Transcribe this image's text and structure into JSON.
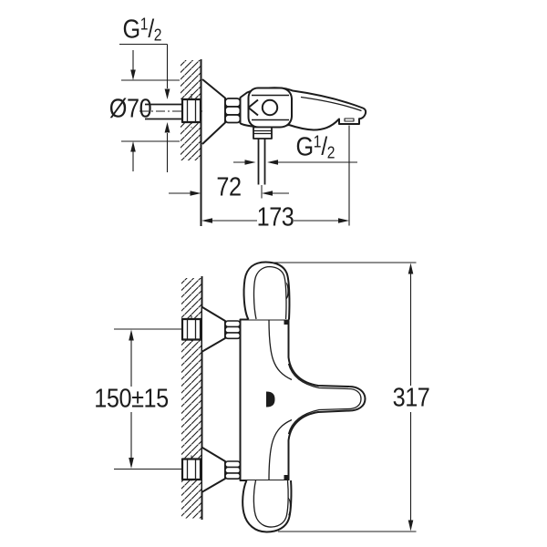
{
  "drawing": {
    "kind": "technical dimension drawing, wall-mounted bath/shower thermostat mixer",
    "views": [
      "side view (top)",
      "plan view (bottom)"
    ],
    "colors": {
      "line": "#1c1c1c",
      "background": "#ffffff"
    }
  },
  "top_view": {
    "labels": {
      "thread_wall": {
        "prefix": "G",
        "numerator": "1",
        "slash": "/",
        "denominator": "2"
      },
      "escutcheon_diameter": "Ø70",
      "thread_outlet": {
        "prefix": "G",
        "numerator": "1",
        "slash": "/",
        "denominator": "2"
      },
      "wall_to_outlet": "72",
      "wall_to_spout": "173"
    }
  },
  "bottom_view": {
    "labels": {
      "connection_spacing": "150±15",
      "overall_height": "317"
    }
  }
}
